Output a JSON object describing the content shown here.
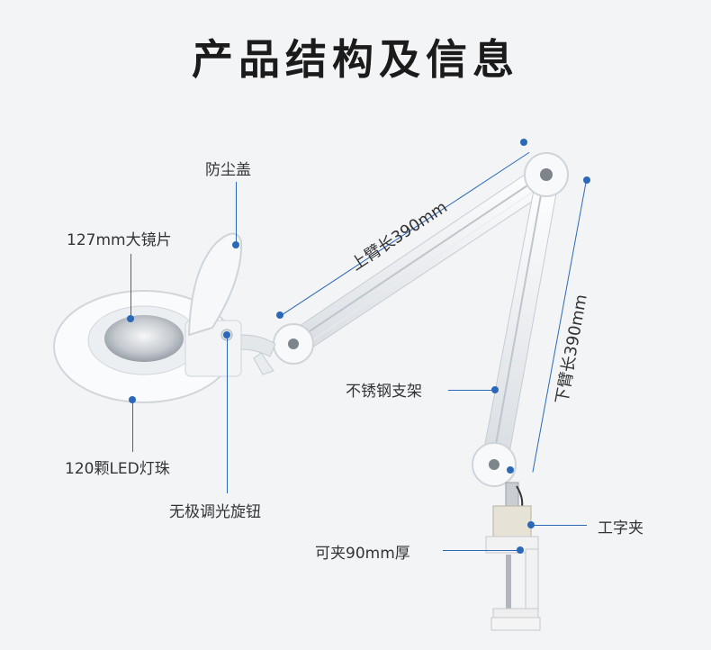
{
  "title": "产品结构及信息",
  "labels": {
    "dust_cover": "防尘盖",
    "lens": "127mm大镜片",
    "leds": "120颗LED灯珠",
    "dimmer": "无极调光旋钮",
    "upper_arm": "上臂长390mm",
    "lower_arm": "下臂长390mm",
    "stainless": "不锈钢支架",
    "clamp": "工字夹",
    "thickness": "可夹90mm厚"
  },
  "colors": {
    "accent": "#2b68b8",
    "title": "#1b1b1b",
    "text": "#333333",
    "background": "#f3f4f6"
  }
}
